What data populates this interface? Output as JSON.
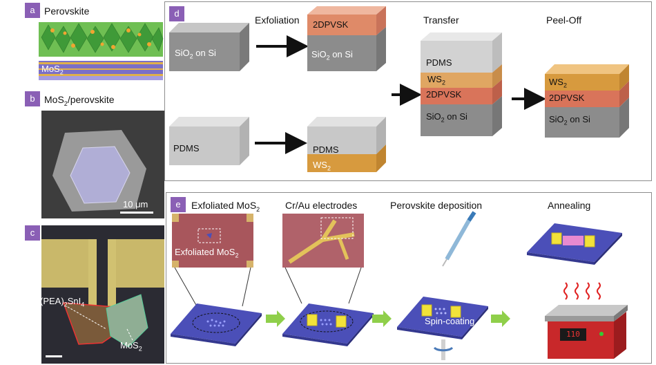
{
  "panels": {
    "a": {
      "badge": "a",
      "title": "Perovskite",
      "layer": "MoS",
      "layer_sub": "2"
    },
    "b": {
      "badge": "b",
      "title_main": "MoS",
      "title_sub": "2",
      "title_tail": "/perovskite",
      "scale": "10 μm"
    },
    "c": {
      "badge": "c",
      "label1": "(PEA)",
      "label1_sub": "2",
      "label1_tail": "SnI",
      "label1_sub2": "4",
      "label2": "MoS",
      "label2_sub": "2"
    },
    "d": {
      "badge": "d",
      "steps": [
        "Exfoliation",
        "Transfer",
        "Peel-Off"
      ],
      "sio2": "SiO",
      "sio2_sub": "2",
      "on_si": " on Si",
      "twodpvsk": "2DPVSK",
      "pdms": "PDMS",
      "ws2": "WS",
      "ws2_sub": "2"
    },
    "e": {
      "badge": "e",
      "step1_main": "Exfoliated MoS",
      "step1_sub": "2",
      "step2": "Cr/Au electrodes",
      "step3": "Perovskite deposition",
      "step4": "Annealing",
      "inset1_main": "Exfoliated MoS",
      "inset1_sub": "2",
      "spin": "Spin-coating",
      "anneal_label": "Annealing",
      "display": "110"
    }
  },
  "colors": {
    "badge": "#8a5fb5",
    "grey_block": "#8c8c8c",
    "light_block": "#cfcfcf",
    "pvsk_red": "#d9745a",
    "ws2_orange": "#d79a3e",
    "substrate_blue": "#4b4fb8",
    "arrow_green": "#8fcf4a",
    "inset_red": "#a8565c"
  }
}
